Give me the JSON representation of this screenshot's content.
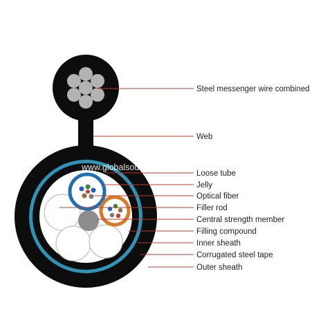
{
  "watermark": "www.globalsources.com/neetuo.co",
  "colors": {
    "outer_sheath": "#0d0d0d",
    "steel_tape": "#2f93b8",
    "leader_line": "#c0392b",
    "messenger_wire": "#b3b3b3",
    "tube_blue": "#1f6fb5",
    "tube_orange": "#d77a2a",
    "central_member": "#8c8c8c"
  },
  "labels": [
    "Steel messenger wire combined",
    "Web",
    "Loose tube",
    "Jelly",
    "Optical fiber",
    "Filler rod",
    "Central strength member",
    "Filling compound",
    "Inner sheath",
    "Corrugated steel tape",
    "Outer sheath"
  ]
}
